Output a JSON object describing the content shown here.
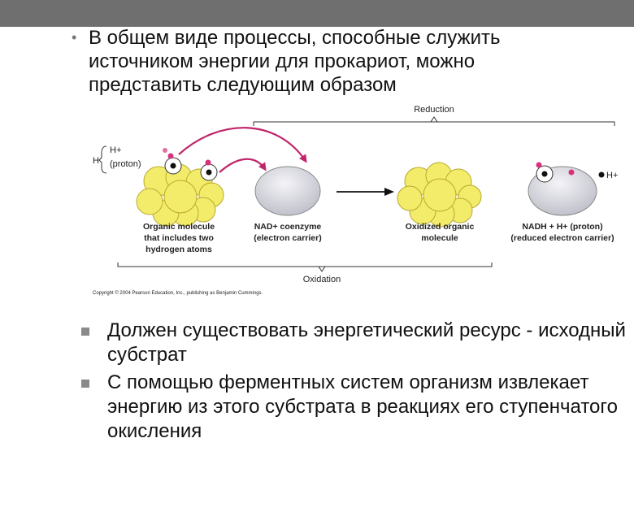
{
  "slide": {
    "intro_bullet": "•",
    "intro": "В общем виде процессы, способные служить источником энергии для прокариот, можно представить следующим образом"
  },
  "figure": {
    "reduction": "Reduction",
    "oxidation": "Oxidation",
    "h_symbol": "H",
    "h_plus": "H+",
    "proton": "(proton)",
    "organic_label": [
      "Organic molecule",
      "that includes two",
      "hydrogen atoms"
    ],
    "nad_label": [
      "NAD+ coenzyme",
      "(electron carrier)"
    ],
    "oxidized_label": [
      "Oxidized organic",
      "molecule"
    ],
    "nadh_label": [
      "NADH + H+ (proton)",
      "(reduced electron carrier)"
    ],
    "product_h_plus": "H+",
    "copyright": "Copyright © 2004 Pearson Education, Inc., publishing as Benjamin Cummings.",
    "colors": {
      "molecule_yellow": "#f3ec6a",
      "nad_gray": "#dcdce4",
      "arrow_magenta": "#c0246a",
      "proton_pink": "#d8307a"
    }
  },
  "bullets": [
    {
      "marker": "square",
      "text": "Должен существовать энергетический ресурс - исходный субстрат"
    },
    {
      "marker": "square",
      "text": "С помощью ферментных систем организм извлекает энергию из этого субстрата в реакциях его ступенчатого окисления"
    }
  ]
}
